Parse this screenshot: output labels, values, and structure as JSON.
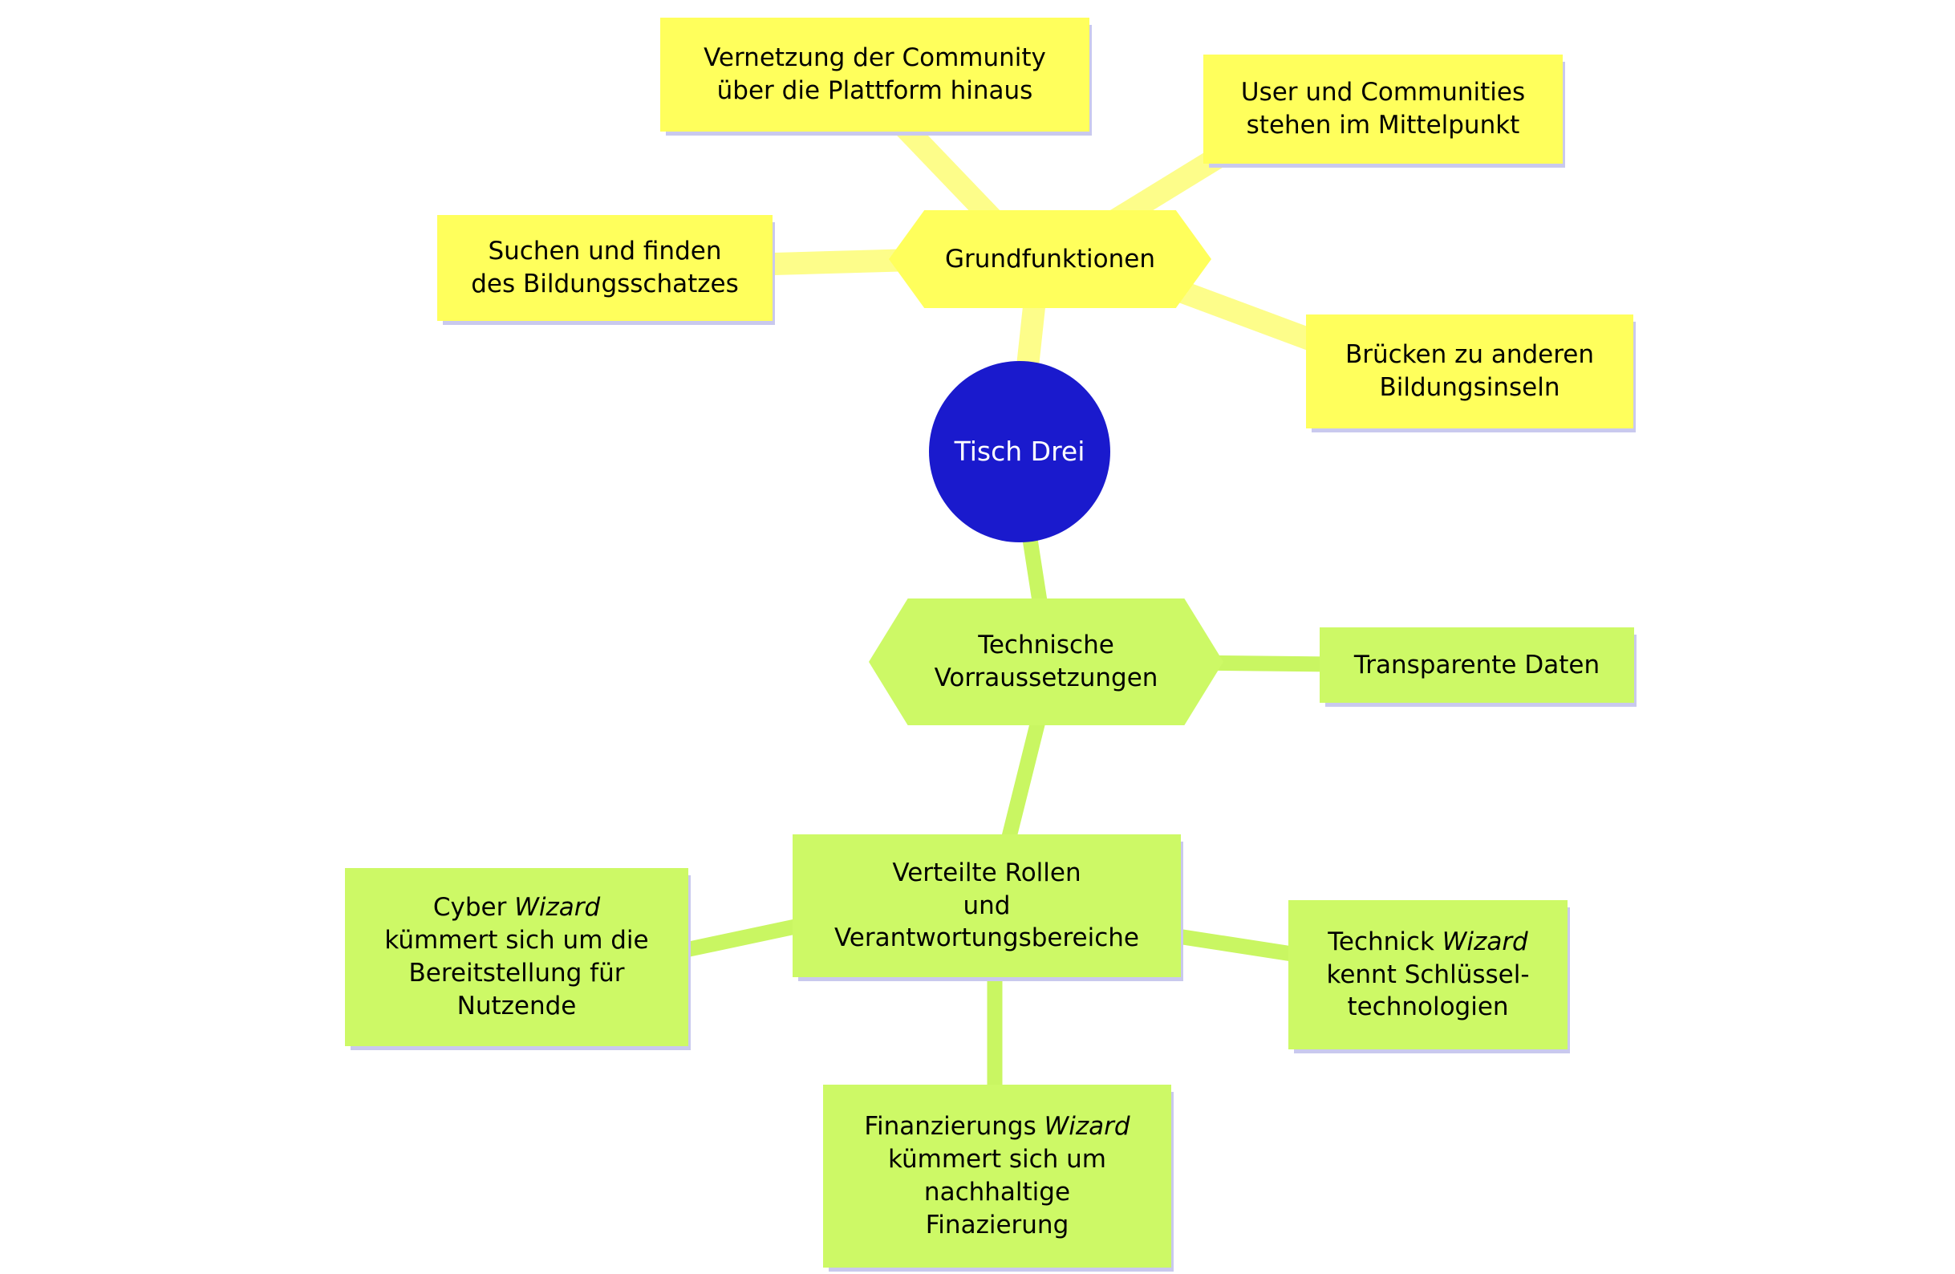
{
  "colors": {
    "yellow_node": "#FFFF5C",
    "yellow_edge": "#FDFD8A",
    "green_node": "#CDF966",
    "green_edge": "#C9F662",
    "center_blue": "#1A1ACD",
    "center_text": "#FFFFFF",
    "shadow": "#C9C9EE",
    "text": "#000000"
  },
  "center": {
    "label": "Tisch Drei"
  },
  "nodes": {
    "grundfunktionen": {
      "label": "Grundfunktionen"
    },
    "vernetzung": {
      "label": "Vernetzung der Community\nüber die Plattform hinaus"
    },
    "user": {
      "label": "User und Communities\nstehen im Mittelpunkt"
    },
    "suchen": {
      "label": "Suchen und finden\ndes Bildungsschatzes"
    },
    "bruecken": {
      "label": "Brücken zu anderen\nBildungsinseln"
    },
    "technische": {
      "label": "Technische\nVorraussetzungen"
    },
    "transparente": {
      "label": "Transparente Daten"
    },
    "verteilte": {
      "label": "Verteilte Rollen\nund\nVerantwortungsbereiche"
    },
    "cyber": {
      "pre": "Cyber ",
      "italic": "Wizard",
      "post": "\nkümmert sich um die\nBereitstellung für\nNutzende"
    },
    "technick": {
      "pre": "Technick ",
      "italic": "Wizard",
      "post": "\nkennt Schlüssel-\ntechnologien"
    },
    "finanzierung": {
      "pre": "Finanzierungs ",
      "italic": "Wizard",
      "post": "\nkümmert sich um\nnachhaltige\nFinazierung"
    }
  }
}
